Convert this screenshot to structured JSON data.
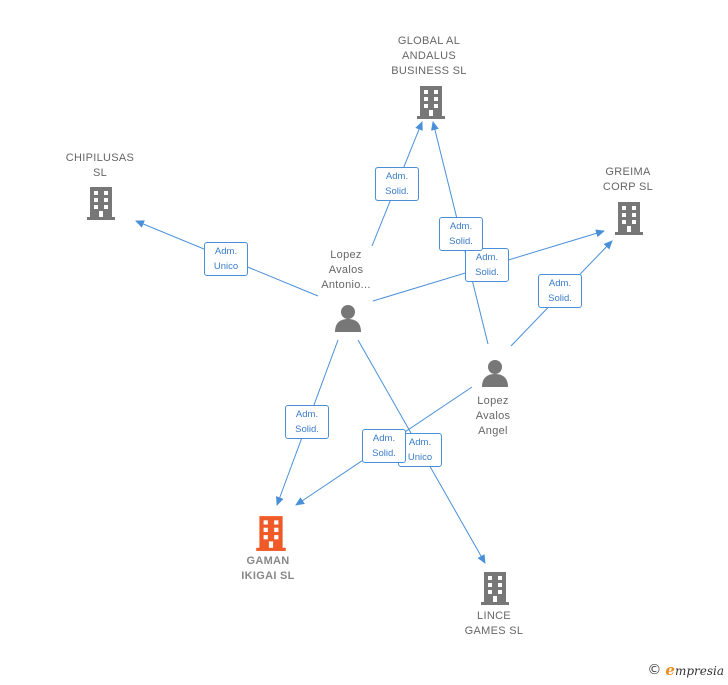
{
  "nodes": {
    "global_al_andalus": {
      "label": "GLOBAL AL\nANDALUS\nBUSINESS SL",
      "kind": "company"
    },
    "chipilusas": {
      "label": "CHIPILUSAS\nSL",
      "kind": "company"
    },
    "greima": {
      "label": "GREIMA\nCORP  SL",
      "kind": "company"
    },
    "lopez_antonio": {
      "label": "Lopez\nAvalos\nAntonio...",
      "kind": "person"
    },
    "lopez_angel": {
      "label": "Lopez\nAvalos\nAngel",
      "kind": "person"
    },
    "gaman": {
      "label": "GAMAN\nIKIGAI  SL",
      "kind": "target"
    },
    "lince": {
      "label": "LINCE\nGAMES  SL",
      "kind": "company"
    }
  },
  "edges": [
    {
      "from": "lopez_antonio",
      "to": "global_al_andalus",
      "label": "Adm.\nSolid."
    },
    {
      "from": "lopez_antonio",
      "to": "chipilusas",
      "label": "Adm.\nUnico"
    },
    {
      "from": "lopez_antonio",
      "to": "greima",
      "label": "Adm.\nSolid."
    },
    {
      "from": "lopez_antonio",
      "to": "gaman",
      "label": "Adm.\nSolid."
    },
    {
      "from": "lopez_antonio",
      "to": "lince",
      "label": "Adm.\nUnico"
    },
    {
      "from": "lopez_angel",
      "to": "global_al_andalus",
      "label": "Adm.\nSolid."
    },
    {
      "from": "lopez_angel",
      "to": "greima",
      "label": "Adm.\nSolid."
    },
    {
      "from": "lopez_angel",
      "to": "gaman",
      "label": "Adm.\nSolid."
    }
  ],
  "colors": {
    "edge": "#4a90d9",
    "icon_default": "#777777",
    "icon_target": "#f05a28"
  },
  "footer": {
    "copyright_symbol": "©",
    "brand_initial": "e",
    "brand_rest": "mpresia"
  }
}
